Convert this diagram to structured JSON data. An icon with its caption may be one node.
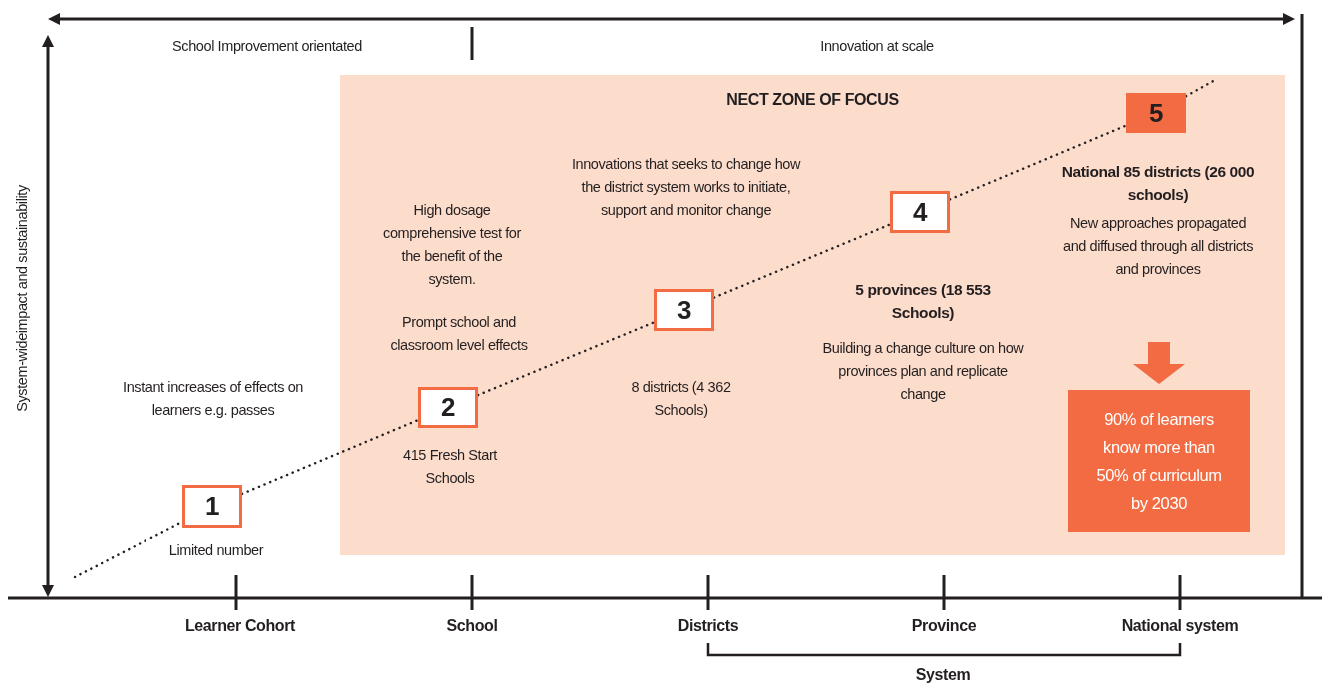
{
  "diagram": {
    "nodes": [
      {
        "text": [
          "NECT ZONE OF FOCUS"
        ]
      },
      {
        "text": [
          "1"
        ],
        "beside": [
          "Limited number"
        ]
      },
      {
        "text": [
          "2"
        ],
        "in": 0,
        "beside": [
          "415 Fresh Start Schools"
        ]
      },
      {
        "text": [
          "3"
        ],
        "in": 0,
        "beside": [
          "8 districts (4 362 Schools)"
        ]
      },
      {
        "text": [
          "4"
        ],
        "in": 0,
        "beside": [
          "5 provinces (18 553 Schools)",
          "Building a change culture on how provinces plan and replicate change"
        ]
      },
      {
        "text": [
          "5"
        ],
        "in": 0
      },
      {
        "text": [
          "National 85 districts (26 000 schools)",
          "New approaches propagated and diffused through all districts and provinces"
        ],
        "in": 0
      },
      {
        "text": [
          "90% of learners know more than 50% of curriculum by 2030"
        ],
        "in": 0
      }
    ],
    "edges": [
      {
        "from": null,
        "to": 1,
        "arrow": "none",
        "style": "dashed"
      },
      {
        "from": 1,
        "to": 2,
        "arrow": "none",
        "style": "dashed"
      },
      {
        "from": 2,
        "to": 3,
        "arrow": "none",
        "style": "dashed"
      },
      {
        "from": 3,
        "to": 4,
        "arrow": "none",
        "style": "dashed"
      },
      {
        "from": 4,
        "to": 5,
        "arrow": "none",
        "style": "dashed"
      },
      {
        "from": 5,
        "to": null,
        "arrow": "none",
        "style": "dashed"
      },
      {
        "from": 6,
        "to": 7,
        "arrow": "to",
        "style": "thick",
        "color": "#f26b43"
      }
    ],
    "labels": [
      "School Improvement orientated",
      "Innovation at scale",
      "System-wideimpact and sustainability",
      "Innovations that seeks to change how the district system works to initiate, support and monitor change",
      "High dosage comprehensive test for the benefit of the system.",
      "Prompt school and classroom level effects",
      "Instant increases of effects on learners e.g. passes",
      "Learner Cohort",
      "School",
      "Districts",
      "Province",
      "National system",
      "System"
    ]
  }
}
